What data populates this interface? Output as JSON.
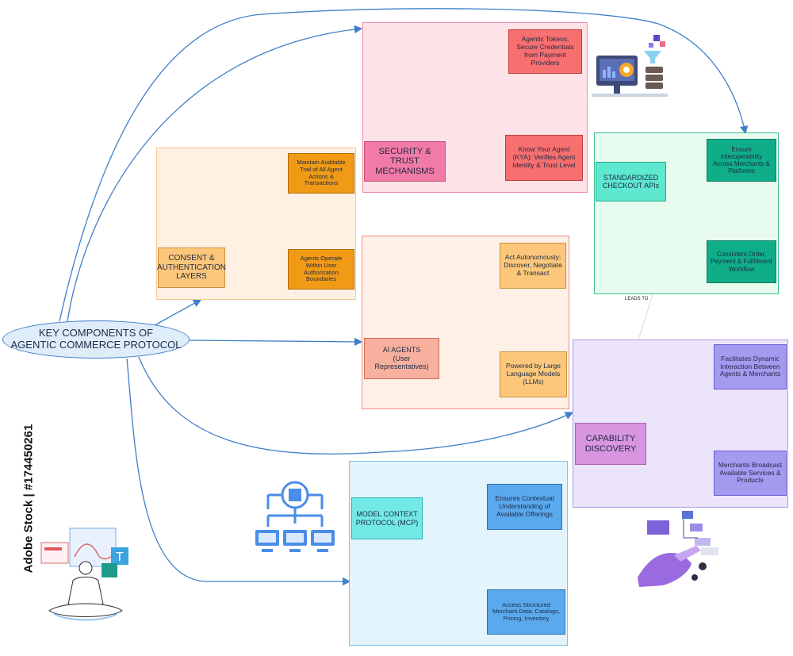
{
  "root": {
    "label": "KEY COMPONENTS OF\nAGENTIC COMMERCE PROTOCOL"
  },
  "security": {
    "title": "SECURITY & TRUST MECHANISMS",
    "items": [
      "Agentic Tokens: Secure Credentials from Payment Providers",
      "Know Your Agent (KYA): Verifies Agent Identity & Trust Level"
    ]
  },
  "consent": {
    "title": "CONSENT & AUTHENTICATION LAYERS",
    "items": [
      "Maintain Auditable Trail of All Agent Actions & Transactions",
      "Agents Operate Within User Authorization Boundaries"
    ]
  },
  "agents": {
    "title": "AI AGENTS\n(User Representatives)",
    "items": [
      "Act Autonomously: Discover, Negotiate & Transact",
      "Powered by Large Language Models (LLMs)"
    ]
  },
  "checkout": {
    "title": "STANDARDIZED CHECKOUT APIs",
    "items": [
      "Ensure Interoperability Across Merchants & Platforms",
      "Consistent Order, Payment & Fulfillment Workflow"
    ]
  },
  "capability": {
    "title": "CAPABILITY DISCOVERY",
    "items": [
      "Facilitates Dynamic Interaction Between Agents & Merchants",
      "Merchants Broadcast Available Services & Products"
    ]
  },
  "mcp": {
    "title": "MODEL CONTEXT PROTOCOL (MCP)",
    "items": [
      "Ensures Contextual Understanding of Available Offerings",
      "Access Structured Merchant Data: Catalogs, Pricing, Inventory"
    ]
  },
  "leads_to": "LEADS TO",
  "watermark": "Adobe Stock | #174450261",
  "colors": {
    "edge": "#3f7fc9",
    "security_panel": "#fde3e8",
    "security_node": "#f27aa6",
    "security_item": "#f76f6f",
    "consent_panel": "#fef1e4",
    "consent_node": "#fcc77b",
    "consent_item": "#f09a16",
    "agents_panel": "#fdf0e6",
    "agents_node": "#f7b09e",
    "agents_item": "#fcc77b",
    "checkout_panel": "#e8fbef",
    "checkout_node": "#5de8cf",
    "checkout_item": "#0fae89",
    "capability_panel": "#ece4fb",
    "capability_node": "#d796df",
    "capability_item": "#a49af0",
    "mcp_panel": "#e3f4fc",
    "mcp_node": "#72e9e5",
    "mcp_item": "#5aa9ed"
  }
}
